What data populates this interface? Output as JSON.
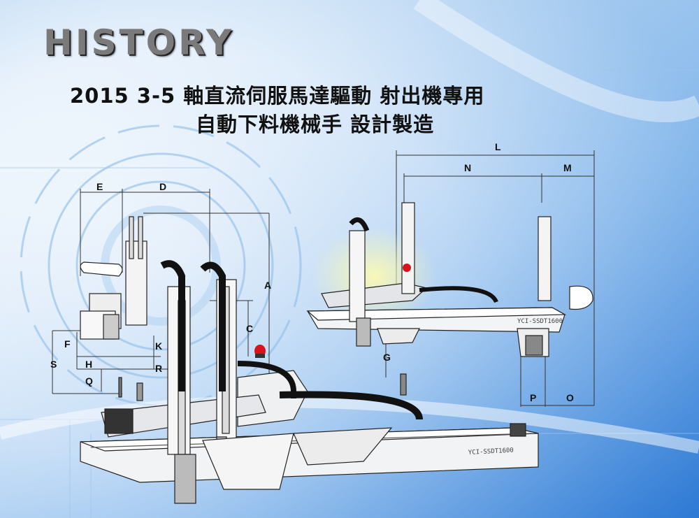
{
  "page": {
    "heading": "HISTORY",
    "line1": "2015  3-5 軸直流伺服馬達驅動 射出機專用",
    "line2": "自動下料機械手  設計製造"
  },
  "diagram": {
    "left_labels": {
      "E": "E",
      "D": "D",
      "A": "A",
      "C": "C",
      "F": "F",
      "K": "K",
      "S": "S",
      "H": "H",
      "R": "R",
      "Q": "Q"
    },
    "right_labels": {
      "L": "L",
      "N": "N",
      "M": "M",
      "G": "G",
      "P": "P",
      "O": "O"
    },
    "model_left": "YCI-SSDT1600",
    "model_right": "YCI-SSDT1600"
  },
  "colors": {
    "accent": "#1f6fd1",
    "background": "#e6f1fb"
  }
}
